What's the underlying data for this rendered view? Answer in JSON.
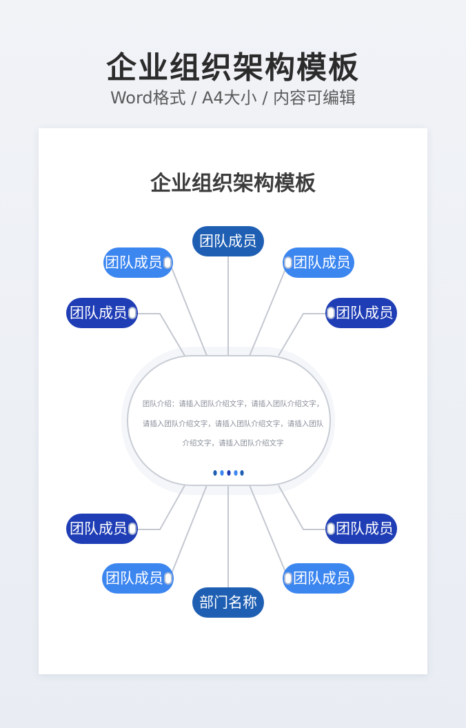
{
  "header": {
    "title": "企业组织架构模板",
    "subtitle": "Word格式 / A4大小 / 内容可编辑"
  },
  "document": {
    "title": "企业组织架构模板"
  },
  "center": {
    "description": "团队介绍：请插入团队介绍文字，请插入团队介绍文字，请插入团队介绍文字，请插入团队介绍文字，请插入团队介绍文字，请插入团队介绍文字"
  },
  "nodes": {
    "top": "团队成员",
    "upper_left_1": "团队成员",
    "upper_left_2": "团队成员",
    "upper_right_1": "团队成员",
    "upper_right_2": "团队成员",
    "lower_left_1": "团队成员",
    "lower_left_2": "团队成员",
    "lower_right_1": "团队成员",
    "lower_right_2": "团队成员",
    "bottom": "部门名称"
  },
  "colors": {
    "dark_blue": "#1f3db5",
    "mid_blue": "#1f5fb3",
    "light_blue": "#3c86f0",
    "connector": "#c3c7cf",
    "indicator_dots": [
      "#1f5fb3",
      "#3c86f0",
      "#1f3db5",
      "#3c86f0",
      "#1f5fb3"
    ]
  }
}
